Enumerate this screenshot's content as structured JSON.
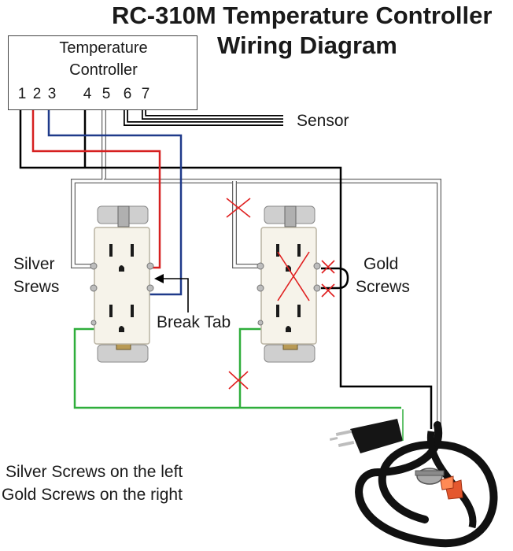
{
  "title": {
    "line1": "RC-310M Temperature Controller",
    "line2": "Wiring Diagram"
  },
  "controller": {
    "label_line1": "Temperature",
    "label_line2": "Controller",
    "terminals": [
      "1",
      "2",
      "3",
      "4",
      "5",
      "6",
      "7"
    ]
  },
  "labels": {
    "sensor": "Sensor",
    "silver_line1": "Silver",
    "silver_line2": "Srews",
    "gold_line1": "Gold",
    "gold_line2": "Screws",
    "break_tab": "Break Tab",
    "note_line1": "Silver Screws on the left",
    "note_line2": "Gold Screws on the right"
  },
  "colors": {
    "hot": "#000000",
    "heat": "#d62020",
    "cool": "#1f3a8a",
    "neutral": "#cfcfcf",
    "ground": "#2fae3b",
    "remove_mark": "#e02020"
  }
}
